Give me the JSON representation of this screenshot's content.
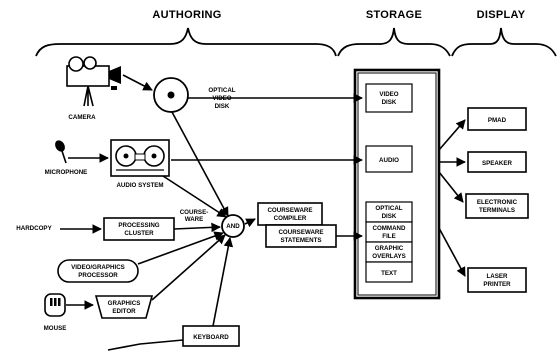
{
  "headers": {
    "authoring": "AUTHORING",
    "storage": "STORAGE",
    "display": "DISPLAY"
  },
  "devices": {
    "camera": "CAMERA",
    "optical_video_disk": [
      "OPTICAL",
      "VIDEO",
      "DISK"
    ],
    "microphone": "MICROPHONE",
    "audio_system": "AUDIO SYSTEM",
    "hardcopy": "HARDCOPY",
    "processing_cluster": [
      "PROCESSING",
      "CLUSTER"
    ],
    "courseware_label": [
      "COURSE-",
      "WARE"
    ],
    "and_gate": "AND",
    "video_graphics_processor": [
      "VIDEO/GRAPHICS",
      "PROCESSOR"
    ],
    "mouse": "MOUSE",
    "graphics_editor": [
      "GRAPHICS",
      "EDITOR"
    ],
    "keyboard": "KEYBOARD",
    "courseware_compiler": [
      "COURSEWARE",
      "COMPILER"
    ],
    "courseware_statements": [
      "COURSEWARE",
      "STATEMENTS"
    ]
  },
  "storage_items": {
    "video_disk": [
      "VIDEO",
      "DISK"
    ],
    "audio": "AUDIO",
    "optical_disk": [
      "OPTICAL",
      "DISK"
    ],
    "command_file": [
      "COMMAND",
      "FILE"
    ],
    "graphic_overlays": [
      "GRAPHIC",
      "OVERLAYS"
    ],
    "text": "TEXT"
  },
  "display_items": {
    "pmad": "PMAD",
    "speaker": "SPEAKER",
    "electronic_terminals": [
      "ELECTRONIC",
      "TERMINALS"
    ],
    "laser_printer": [
      "LASER",
      "PRINTER"
    ]
  }
}
